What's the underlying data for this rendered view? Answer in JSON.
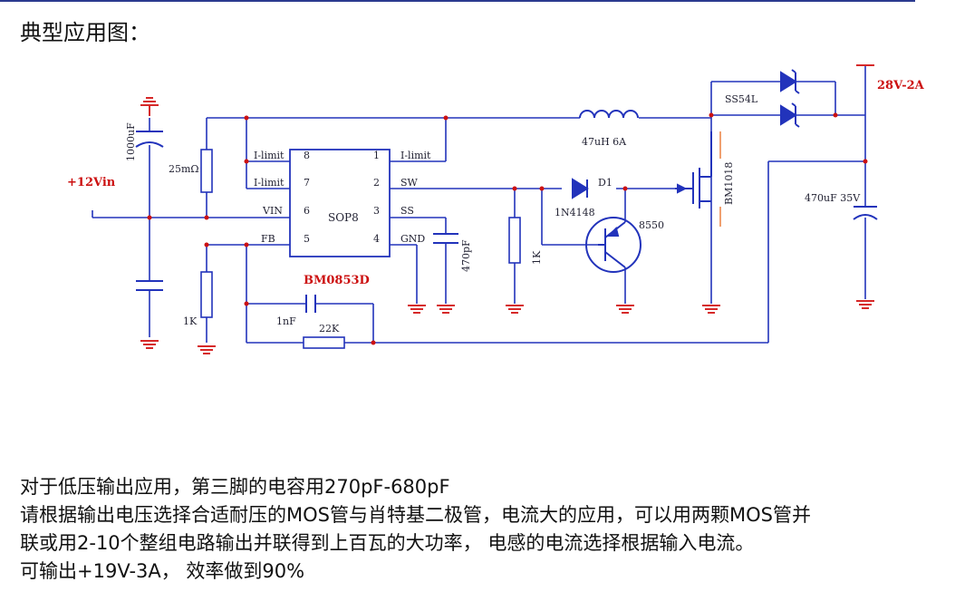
{
  "heading": "典型应用图：",
  "schematic": {
    "input_label": "+12Vin",
    "output_label": "28V-2A",
    "ic_part": "BM0853D",
    "ic_package": "SOP8",
    "pins_left": [
      {
        "num": "8",
        "name": "I-limit"
      },
      {
        "num": "7",
        "name": "I-limit"
      },
      {
        "num": "6",
        "name": "VIN"
      },
      {
        "num": "5",
        "name": "FB"
      }
    ],
    "pins_right": [
      {
        "num": "1",
        "name": "I-limit"
      },
      {
        "num": "2",
        "name": "SW"
      },
      {
        "num": "3",
        "name": "SS"
      },
      {
        "num": "4",
        "name": "GND"
      }
    ],
    "components": {
      "input_cap": "1000uF",
      "sense_res": "25mΩ",
      "inductor": "47uH 6A",
      "schottky": "SS54L",
      "mosfet": "BM1018",
      "out_cap": "470uF 35V",
      "diode": "1N4148",
      "diode_ref": "D1",
      "transistor": "8550",
      "base_res": "1K",
      "ss_cap": "470pF",
      "fb_res_low": "1K",
      "fb_cap": "1nF",
      "fb_res_high": "22K"
    }
  },
  "notes": [
    "对于低压输出应用，第三脚的电容用270pF-680pF",
    "请根据输出电压选择合适耐压的MOS管与肖特基二极管，电流大的应用，可以用两颗MOS管并",
    "联或用2-10个整组电路输出并联得到上百瓦的大功率，  电感的电流选择根据输入电流。",
    "可输出+19V-3A，  效率做到90%"
  ]
}
